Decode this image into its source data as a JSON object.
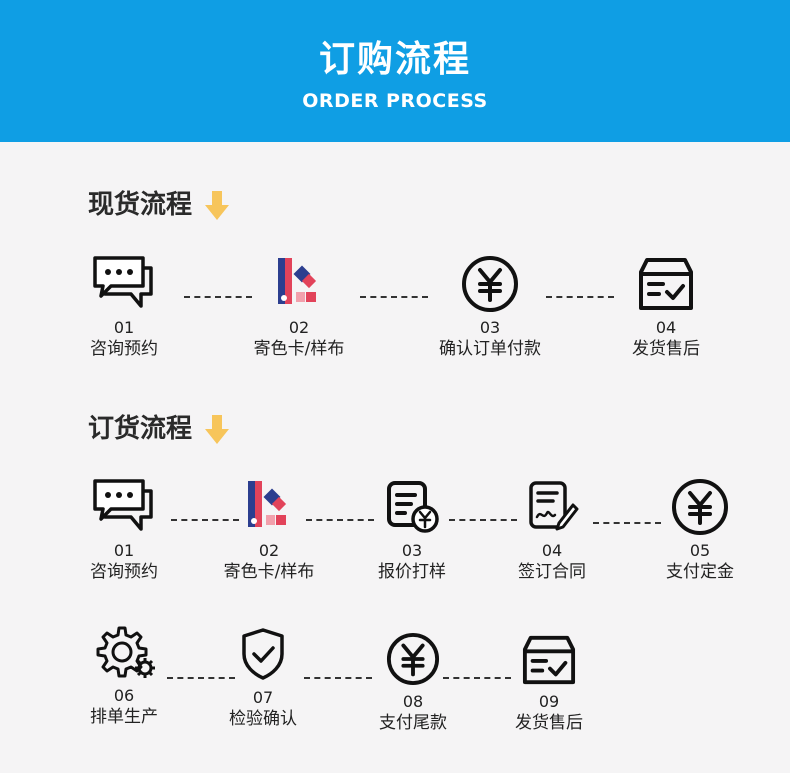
{
  "header": {
    "title": "订购流程",
    "subtitle": "ORDER PROCESS"
  },
  "accent_color": "#0f9ee4",
  "arrow_color": "#f7c55b",
  "stock_process": {
    "title": "现货流程",
    "steps": [
      {
        "num": "01",
        "label": "咨询预约",
        "icon": "chat-bubbles-icon"
      },
      {
        "num": "02",
        "label": "寄色卡/样布",
        "icon": "color-swatch-icon"
      },
      {
        "num": "03",
        "label": "确认订单付款",
        "icon": "yen-coin-icon"
      },
      {
        "num": "04",
        "label": "发货售后",
        "icon": "shipping-box-icon"
      }
    ]
  },
  "order_process": {
    "title": "订货流程",
    "steps": [
      {
        "num": "01",
        "label": "咨询预约",
        "icon": "chat-bubbles-icon"
      },
      {
        "num": "02",
        "label": "寄色卡/样布",
        "icon": "color-swatch-icon"
      },
      {
        "num": "03",
        "label": "报价打样",
        "icon": "quote-document-icon"
      },
      {
        "num": "04",
        "label": "签订合同",
        "icon": "sign-contract-icon"
      },
      {
        "num": "05",
        "label": "支付定金",
        "icon": "yen-coin-icon"
      },
      {
        "num": "06",
        "label": "排单生产",
        "icon": "gears-icon"
      },
      {
        "num": "07",
        "label": "检验确认",
        "icon": "shield-check-icon"
      },
      {
        "num": "08",
        "label": "支付尾款",
        "icon": "yen-coin-icon"
      },
      {
        "num": "09",
        "label": "发货售后",
        "icon": "shipping-box-icon"
      }
    ]
  }
}
